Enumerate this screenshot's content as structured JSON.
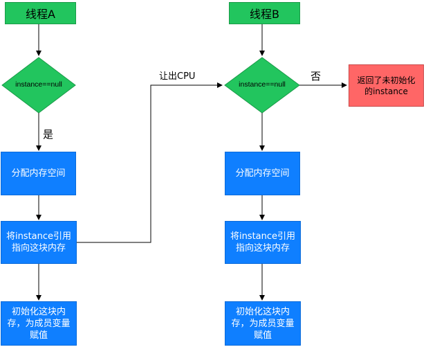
{
  "nodes": {
    "thread_a": "线程A",
    "thread_b": "线程B",
    "check_a": "instance==null",
    "check_b": "instance==null",
    "alloc_a": "分配内存空间",
    "alloc_b": "分配内存空间",
    "point_a": "将instance引用\n指向这块内存",
    "point_b": "将instance引用\n指向这块内存",
    "init_a": "初始化这块内\n存，为成员变量\n赋值",
    "init_b": "初始化这块内\n存，为成员变量\n赋值",
    "return_uninit": "返回了未初始化\n的instance"
  },
  "edge_labels": {
    "yes": "是",
    "yield_cpu": "让出CPU",
    "no": "否"
  },
  "colors": {
    "start": "#22c55e",
    "decision": "#22c55e",
    "process": "#0f7fff",
    "error": "#ff6666",
    "edge": "#000000"
  }
}
